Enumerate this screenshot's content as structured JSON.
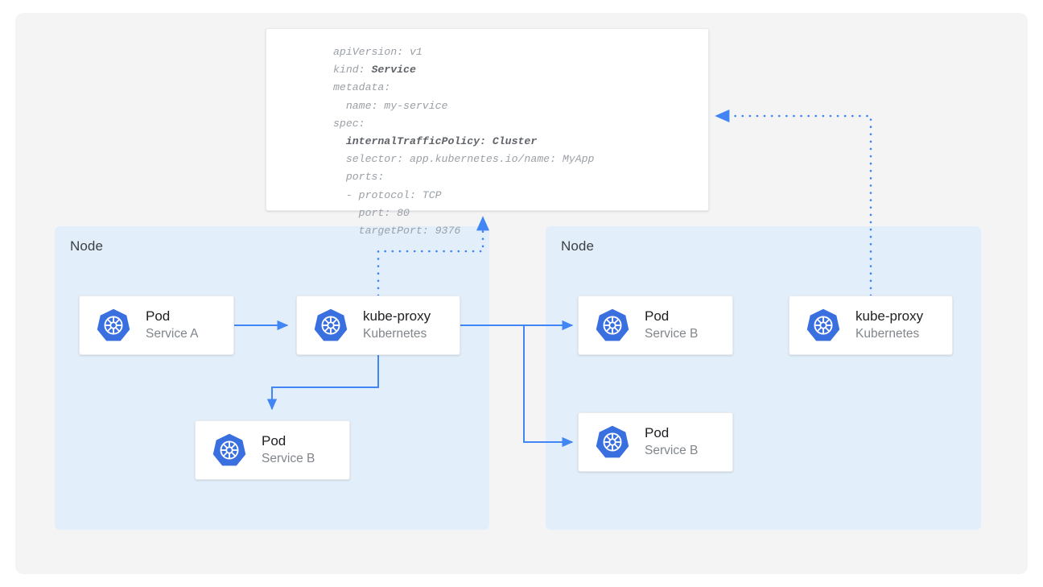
{
  "colors": {
    "canvas": "#ffffff",
    "panel": "#f4f4f5",
    "node_bg": "#e2effb",
    "accent_blue": "#4285f4",
    "k8s_blue": "#3a6fe0",
    "card_bg": "#ffffff",
    "card_border": "#e8eaed",
    "text_primary": "#202124",
    "text_secondary": "#80868b",
    "code_text": "#9aa0a6",
    "code_bold": "#5f6368"
  },
  "yaml_card": {
    "name": "service-manifest",
    "lines": [
      {
        "text": "apiVersion: v1",
        "bold": false
      },
      {
        "text": "kind: ",
        "bold_tail": "Service"
      },
      {
        "text": "metadata:",
        "bold": false
      },
      {
        "text": "  name: my-service",
        "bold": false
      },
      {
        "text": "spec:",
        "bold": false
      },
      {
        "text": "  internalTrafficPolicy: Cluster",
        "bold": true
      },
      {
        "text": "  selector: app.kubernetes.io/name: MyApp",
        "bold": false
      },
      {
        "text": "  ports:",
        "bold": false
      },
      {
        "text": "  - protocol: TCP",
        "bold": false
      },
      {
        "text": "    port: 80",
        "bold": false
      },
      {
        "text": "    targetPort: 9376",
        "bold": false
      }
    ],
    "plain_text": "apiVersion: v1\nkind: Service\nmetadata:\n  name: my-service\nspec:\n  internalTrafficPolicy: Cluster\n  selector: app.kubernetes.io/name: MyApp\n  ports:\n  - protocol: TCP\n    port: 80\n    targetPort: 9376"
  },
  "nodes": [
    {
      "id": "node-left",
      "label": "Node"
    },
    {
      "id": "node-right",
      "label": "Node"
    }
  ],
  "boxes": {
    "pod_service_a": {
      "title": "Pod",
      "subtitle": "Service A",
      "icon": "kubernetes-icon"
    },
    "kube_proxy_left": {
      "title": "kube-proxy",
      "subtitle": "Kubernetes",
      "icon": "kubernetes-icon"
    },
    "pod_service_b_local": {
      "title": "Pod",
      "subtitle": "Service B",
      "icon": "kubernetes-icon"
    },
    "pod_service_b_remote_top": {
      "title": "Pod",
      "subtitle": "Service B",
      "icon": "kubernetes-icon"
    },
    "pod_service_b_remote_bottom": {
      "title": "Pod",
      "subtitle": "Service B",
      "icon": "kubernetes-icon"
    },
    "kube_proxy_right": {
      "title": "kube-proxy",
      "subtitle": "Kubernetes",
      "icon": "kubernetes-icon"
    }
  },
  "connectors": [
    {
      "name": "pod-a-to-kube-proxy",
      "style": "solid",
      "arrow": true
    },
    {
      "name": "kube-proxy-to-local-pod-b",
      "style": "solid",
      "arrow": true
    },
    {
      "name": "kube-proxy-to-remote-pod-b-top",
      "style": "solid",
      "arrow": true
    },
    {
      "name": "kube-proxy-to-remote-pod-b-bottom",
      "style": "solid",
      "arrow": true
    },
    {
      "name": "kube-proxy-left-to-manifest",
      "style": "dotted",
      "arrow": true
    },
    {
      "name": "kube-proxy-right-to-manifest",
      "style": "dotted",
      "arrow": true
    }
  ]
}
